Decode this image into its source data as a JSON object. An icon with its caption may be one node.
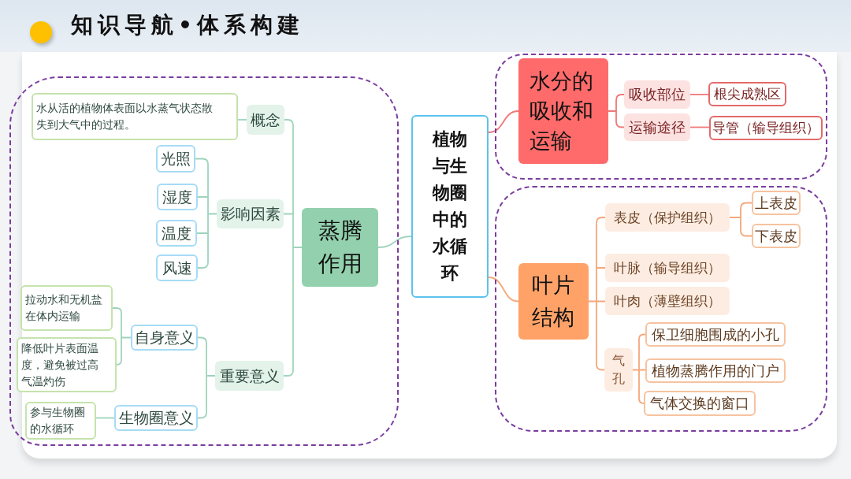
{
  "diagram": {
    "title": "知识导航•体系构建",
    "nodes": [
      {
        "text": [],
        "shape": "box"
      },
      {
        "text": [
          "蒸腾作用"
        ],
        "in": 0
      },
      {
        "text": [
          "概念"
        ],
        "in": 0
      },
      {
        "text": [
          "水从活的植物体表面以水蒸气状态散失到大气中的过程。"
        ],
        "in": 0
      },
      {
        "text": [
          "影响因素"
        ],
        "in": 0
      },
      {
        "text": [
          "光照"
        ],
        "in": 0
      },
      {
        "text": [
          "湿度"
        ],
        "in": 0
      },
      {
        "text": [
          "温度"
        ],
        "in": 0
      },
      {
        "text": [
          "风速"
        ],
        "in": 0
      },
      {
        "text": [
          "重要意义"
        ],
        "in": 0
      },
      {
        "text": [
          "自身意义"
        ],
        "in": 0
      },
      {
        "text": [
          "拉动水和无机盐在体内运输"
        ],
        "in": 0
      },
      {
        "text": [
          "降低叶片表面温度，避免被过高气温灼伤"
        ],
        "in": 0
      },
      {
        "text": [
          "生物圈意义"
        ],
        "in": 0
      },
      {
        "text": [
          "参与生物圈的水循环"
        ],
        "in": 0
      },
      {
        "text": [
          "植物与生物圈中的水循环"
        ]
      },
      {
        "text": [],
        "shape": "box"
      },
      {
        "text": [
          "水分的吸收和运输"
        ],
        "in": 16
      },
      {
        "text": [
          "吸收部位"
        ],
        "in": 16
      },
      {
        "text": [
          "根尖成熟区"
        ],
        "in": 16
      },
      {
        "text": [
          "运输途径"
        ],
        "in": 16
      },
      {
        "text": [
          "导管（输导组织）"
        ],
        "in": 16
      },
      {
        "text": [],
        "shape": "box"
      },
      {
        "text": [
          "叶片结构"
        ],
        "in": 22
      },
      {
        "text": [
          "表皮（保护组织）"
        ],
        "in": 22
      },
      {
        "text": [
          "上表皮"
        ],
        "in": 22
      },
      {
        "text": [
          "下表皮"
        ],
        "in": 22
      },
      {
        "text": [
          "叶脉（输导组织）"
        ],
        "in": 22
      },
      {
        "text": [
          "叶肉（薄壁组织）"
        ],
        "in": 22
      },
      {
        "text": [
          "气孔"
        ],
        "in": 22
      },
      {
        "text": [
          "保卫细胞围成的小孔"
        ],
        "in": 22
      },
      {
        "text": [
          "植物蒸腾作用的门户"
        ],
        "in": 22
      },
      {
        "text": [
          "气体交换的窗口"
        ],
        "in": 22
      }
    ],
    "edges": [
      {
        "from": 15,
        "to": 1,
        "arrow": "none"
      },
      {
        "from": 1,
        "to": 2,
        "arrow": "none"
      },
      {
        "from": 1,
        "to": 4,
        "arrow": "none"
      },
      {
        "from": 1,
        "to": 9,
        "arrow": "none"
      },
      {
        "from": 2,
        "to": 3,
        "arrow": "none"
      },
      {
        "from": 4,
        "to": 5,
        "arrow": "none"
      },
      {
        "from": 4,
        "to": 6,
        "arrow": "none"
      },
      {
        "from": 4,
        "to": 7,
        "arrow": "none"
      },
      {
        "from": 4,
        "to": 8,
        "arrow": "none"
      },
      {
        "from": 9,
        "to": 10,
        "arrow": "none"
      },
      {
        "from": 9,
        "to": 13,
        "arrow": "none"
      },
      {
        "from": 10,
        "to": 11,
        "arrow": "none"
      },
      {
        "from": 10,
        "to": 12,
        "arrow": "none"
      },
      {
        "from": 13,
        "to": 14,
        "arrow": "none"
      },
      {
        "from": 15,
        "to": 17,
        "arrow": "none",
        "color": "#f07878"
      },
      {
        "from": 17,
        "to": 18,
        "arrow": "none",
        "color": "#f07878"
      },
      {
        "from": 17,
        "to": 20,
        "arrow": "none",
        "color": "#f07878"
      },
      {
        "from": 18,
        "to": 19,
        "arrow": "none",
        "color": "#f07878"
      },
      {
        "from": 20,
        "to": 21,
        "arrow": "none",
        "color": "#f07878"
      },
      {
        "from": 15,
        "to": 23,
        "arrow": "none",
        "color": "#f5a77a"
      },
      {
        "from": 23,
        "to": 24,
        "arrow": "none",
        "color": "#f5a77a"
      },
      {
        "from": 23,
        "to": 27,
        "arrow": "none",
        "color": "#f5a77a"
      },
      {
        "from": 23,
        "to": 28,
        "arrow": "none",
        "color": "#f5a77a"
      },
      {
        "from": 23,
        "to": 29,
        "arrow": "none",
        "color": "#f5a77a"
      },
      {
        "from": 24,
        "to": 25,
        "arrow": "none",
        "color": "#f5a77a"
      },
      {
        "from": 24,
        "to": 26,
        "arrow": "none",
        "color": "#f5a77a"
      },
      {
        "from": 29,
        "to": 30,
        "arrow": "none",
        "color": "#f5a77a"
      },
      {
        "from": 29,
        "to": 31,
        "arrow": "none",
        "color": "#f5a77a"
      },
      {
        "from": 29,
        "to": 32,
        "arrow": "none",
        "color": "#f5a77a"
      }
    ]
  }
}
